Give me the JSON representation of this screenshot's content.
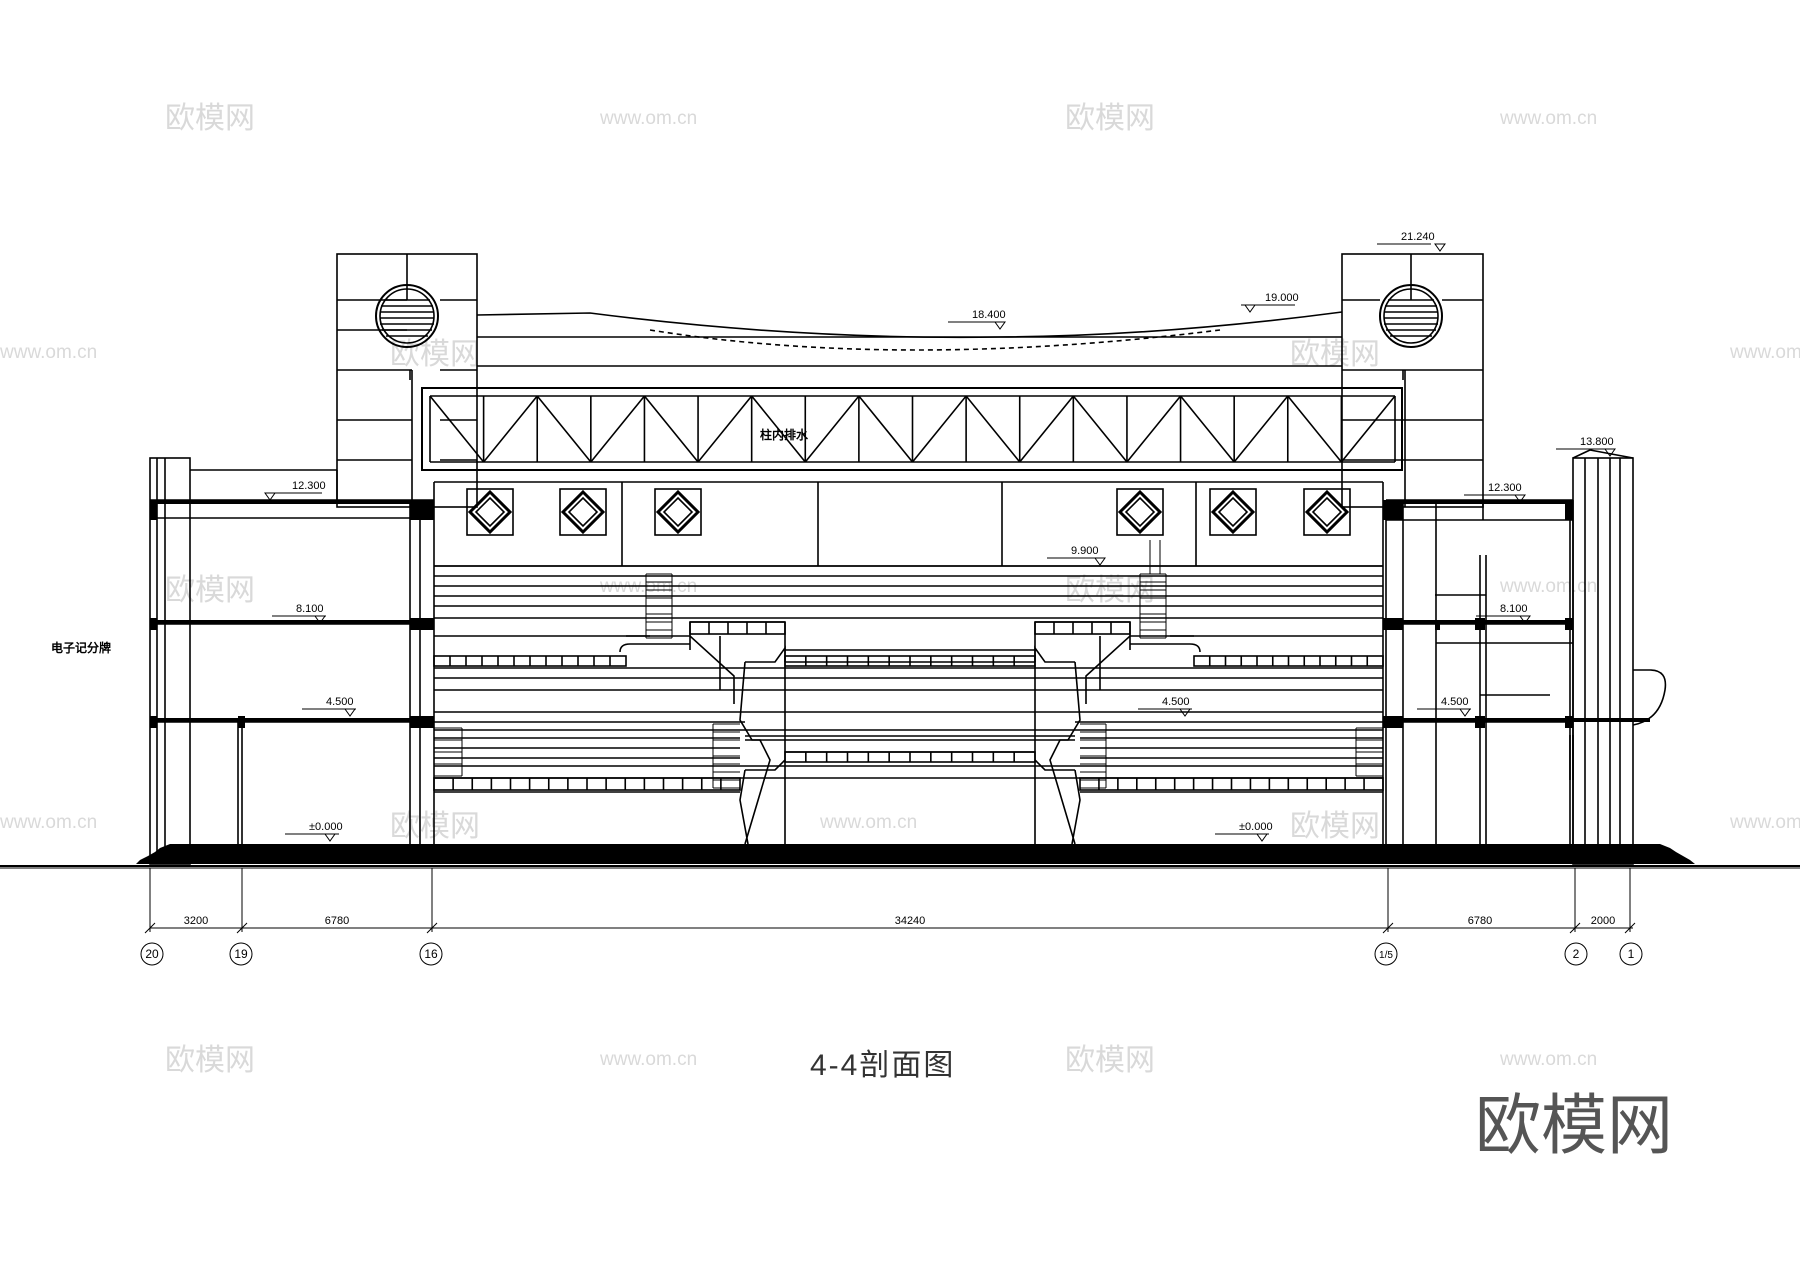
{
  "drawing_title": "4-4剖面图",
  "annotations": {
    "truss_label": "柱内排水",
    "scoreboard_label": "电子记分牌"
  },
  "elevations": {
    "top_tower": "21.240",
    "roof_right": "19.000",
    "roof_mid": "18.400",
    "parapet_right": "13.800",
    "roof_left_wing": "12.300",
    "roof_right_wing": "12.300",
    "stand_upper": "9.900",
    "floor3_left": "8.100",
    "floor3_right": "8.100",
    "floor2_left": "4.500",
    "floor2_center": "4.500",
    "floor2_right": "4.500",
    "ground_left": "±0.000",
    "ground_right": "±0.000"
  },
  "dimensions": [
    "3200",
    "6780",
    "34240",
    "6780",
    "2000"
  ],
  "axes": [
    "20",
    "19",
    "16",
    "1/5",
    "2",
    "1"
  ],
  "watermark": {
    "brand": "欧模网",
    "url": "www.om.cn"
  }
}
